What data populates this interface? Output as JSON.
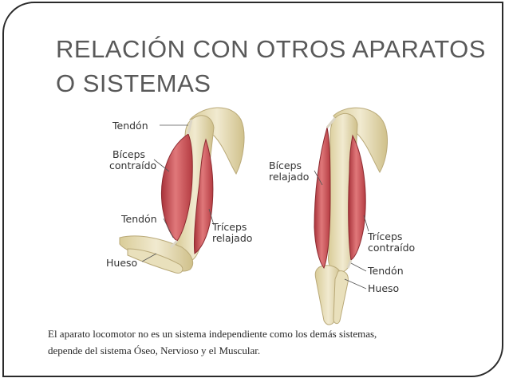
{
  "slide": {
    "title_line1": "RELACIÓN CON OTROS APARATOS",
    "title_line2": "O SISTEMAS",
    "caption_line1": "El aparato locomotor no es un sistema independiente como los demás sistemas,",
    "caption_line2": "depende del sistema Óseo, Nervioso y el Muscular."
  },
  "figure_left": {
    "tendon_top": "Tendón",
    "biceps_line1": "Bíceps",
    "biceps_line2": "contraído",
    "tendon_mid": "Tendón",
    "triceps_line1": "Tríceps",
    "triceps_line2": "relajado",
    "bone": "Hueso"
  },
  "figure_right": {
    "biceps_line1": "Bíceps",
    "biceps_line2": "relajado",
    "triceps_line1": "Tríceps",
    "triceps_line2": "contraído",
    "tendon": "Tendón",
    "bone": "Hueso"
  },
  "colors": {
    "muscle": "#c94a4e",
    "bone": "#e6dcb0",
    "text": "#595959"
  }
}
